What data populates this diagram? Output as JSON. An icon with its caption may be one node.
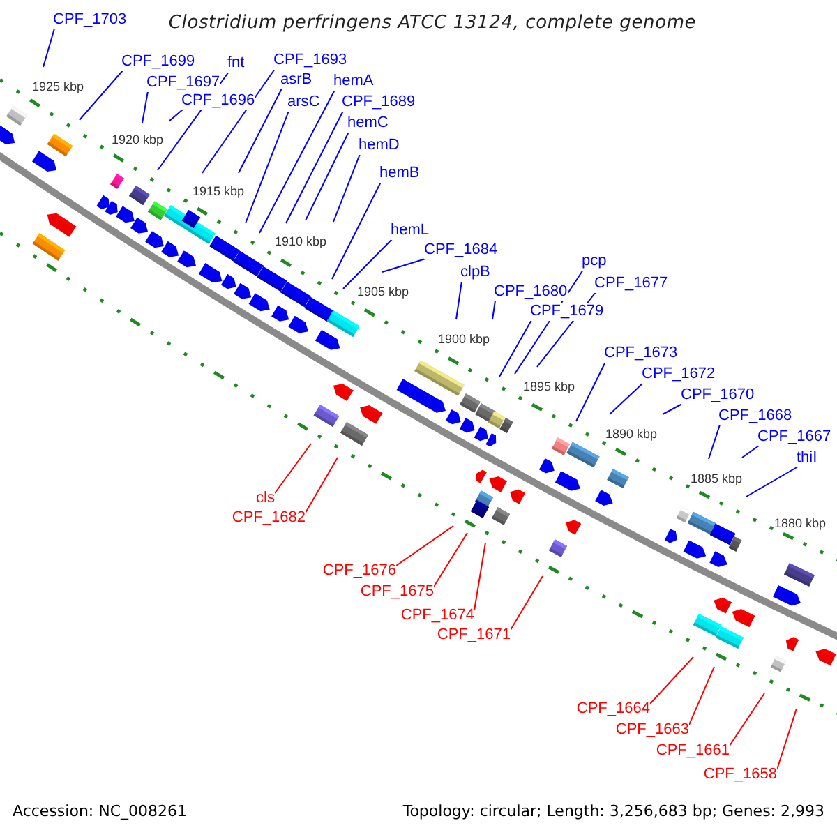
{
  "diagram": {
    "title": "Clostridium perfringens ATCC 13124, complete genome",
    "nodes": [
      {
        "text": [
          "CPF_1703"
        ]
      },
      {
        "text": [
          "CPF_1699"
        ]
      },
      {
        "text": [
          "CPF_1697"
        ]
      },
      {
        "text": [
          "fnt"
        ]
      },
      {
        "text": [
          "CPF_1696"
        ]
      },
      {
        "text": [
          "CPF_1693"
        ]
      },
      {
        "text": [
          "asrB"
        ]
      },
      {
        "text": [
          "arsC"
        ]
      },
      {
        "text": [
          "hemA"
        ]
      },
      {
        "text": [
          "CPF_1689"
        ]
      },
      {
        "text": [
          "hemC"
        ]
      },
      {
        "text": [
          "hemD"
        ]
      },
      {
        "text": [
          "hemB"
        ]
      },
      {
        "text": [
          "hemL"
        ]
      },
      {
        "text": [
          "CPF_1684"
        ]
      },
      {
        "text": [
          "clpB"
        ]
      },
      {
        "text": [
          "CPF_1680"
        ]
      },
      {
        "text": [
          "CPF_1679"
        ]
      },
      {
        "text": [
          "pcp"
        ]
      },
      {
        "text": [
          "CPF_1677"
        ]
      },
      {
        "text": [
          "CPF_1673"
        ]
      },
      {
        "text": [
          "CPF_1672"
        ]
      },
      {
        "text": [
          "CPF_1670"
        ]
      },
      {
        "text": [
          "CPF_1668"
        ]
      },
      {
        "text": [
          "CPF_1667"
        ]
      },
      {
        "text": [
          "thiI"
        ]
      },
      {
        "text": [
          "cls"
        ]
      },
      {
        "text": [
          "CPF_1682"
        ]
      },
      {
        "text": [
          "CPF_1676"
        ]
      },
      {
        "text": [
          "CPF_1675"
        ]
      },
      {
        "text": [
          "CPF_1674"
        ]
      },
      {
        "text": [
          "CPF_1671"
        ]
      },
      {
        "text": [
          "CPF_1664"
        ]
      },
      {
        "text": [
          "CPF_1663"
        ]
      },
      {
        "text": [
          "CPF_1661"
        ]
      },
      {
        "text": [
          "CPF_1658"
        ]
      }
    ],
    "edges": [
      {
        "from": 0,
        "to": null,
        "arrow": "none"
      },
      {
        "from": 1,
        "to": null,
        "arrow": "none"
      },
      {
        "from": 2,
        "to": null,
        "arrow": "none"
      },
      {
        "from": 3,
        "to": null,
        "arrow": "none"
      },
      {
        "from": 4,
        "to": null,
        "arrow": "none"
      },
      {
        "from": 5,
        "to": null,
        "arrow": "none"
      },
      {
        "from": 6,
        "to": null,
        "arrow": "none"
      },
      {
        "from": 7,
        "to": null,
        "arrow": "none"
      },
      {
        "from": 8,
        "to": null,
        "arrow": "none"
      },
      {
        "from": 9,
        "to": null,
        "arrow": "none"
      },
      {
        "from": 10,
        "to": null,
        "arrow": "none"
      },
      {
        "from": 11,
        "to": null,
        "arrow": "none"
      },
      {
        "from": 12,
        "to": null,
        "arrow": "none"
      },
      {
        "from": 13,
        "to": null,
        "arrow": "none"
      },
      {
        "from": 14,
        "to": null,
        "arrow": "none"
      },
      {
        "from": 15,
        "to": null,
        "arrow": "none"
      },
      {
        "from": 16,
        "to": null,
        "arrow": "none"
      },
      {
        "from": 17,
        "to": null,
        "arrow": "none"
      },
      {
        "from": 18,
        "to": null,
        "arrow": "none"
      },
      {
        "from": 19,
        "to": null,
        "arrow": "none"
      },
      {
        "from": 20,
        "to": null,
        "arrow": "none"
      },
      {
        "from": 21,
        "to": null,
        "arrow": "none"
      },
      {
        "from": 22,
        "to": null,
        "arrow": "none"
      },
      {
        "from": 23,
        "to": null,
        "arrow": "none"
      },
      {
        "from": 24,
        "to": null,
        "arrow": "none"
      },
      {
        "from": 25,
        "to": null,
        "arrow": "none"
      },
      {
        "from": 26,
        "to": null,
        "arrow": "none",
        "color": "#ff0000"
      },
      {
        "from": 27,
        "to": null,
        "arrow": "none",
        "color": "#ff0000"
      },
      {
        "from": 28,
        "to": null,
        "arrow": "none",
        "color": "#ff0000"
      },
      {
        "from": 29,
        "to": null,
        "arrow": "none",
        "color": "#ff0000"
      },
      {
        "from": 30,
        "to": null,
        "arrow": "none",
        "color": "#ff0000"
      },
      {
        "from": 31,
        "to": null,
        "arrow": "none",
        "color": "#ff0000"
      },
      {
        "from": 32,
        "to": null,
        "arrow": "none",
        "color": "#ff0000"
      },
      {
        "from": 33,
        "to": null,
        "arrow": "none",
        "color": "#ff0000"
      },
      {
        "from": 34,
        "to": null,
        "arrow": "none",
        "color": "#ff0000"
      },
      {
        "from": 35,
        "to": null,
        "arrow": "none",
        "color": "#ff0000"
      }
    ],
    "labels": [
      "1925 kbp",
      "1920 kbp",
      "1915 kbp",
      "1910 kbp",
      "1905 kbp",
      "1900 kbp",
      "1895 kbp",
      "1890 kbp",
      "1885 kbp",
      "1880 kbp",
      "Accession: NC_008261",
      "Topology: circular; Length: 3,256,683 bp; Genes: 2,993"
    ]
  }
}
